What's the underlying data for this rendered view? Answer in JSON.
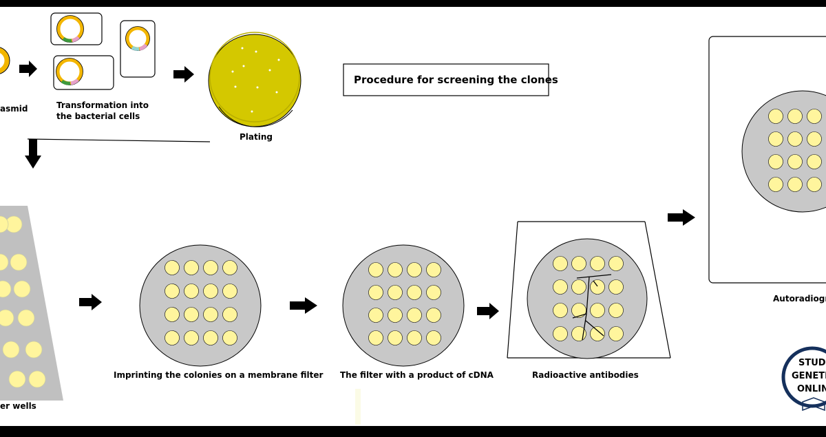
{
  "title": "Procedure for screening the clones",
  "labels": {
    "plasmid": "asmid",
    "transformation_line1": "Transformation into",
    "transformation_line2": "the bacterial cells",
    "plating": "Plating",
    "microtiter": "er wells",
    "imprinting": "Imprinting the colonies on a membrane filter",
    "filter_cdna": "The filter with a product of cDNA",
    "radioactive": "Radioactive antibodies",
    "autoradiograph": "Autoradiogra"
  },
  "logo": {
    "line1": "STUD",
    "line2": "GENETI",
    "line3": "ONLIN"
  },
  "colors": {
    "background": "#ffffff",
    "frame": "#000000",
    "plate_yellow": "#d4c800",
    "plasmid_ring": "#f3b600",
    "well_yellow": "#fff59d",
    "filter_gray": "#c8c8c8",
    "tray_gray": "#c0c0c0",
    "plasmid_green": "#3d9a3d",
    "plasmid_pink": "#e6a0c8",
    "plasmid_cyan": "#8fd6d6",
    "logo_blue": "#15305c"
  }
}
